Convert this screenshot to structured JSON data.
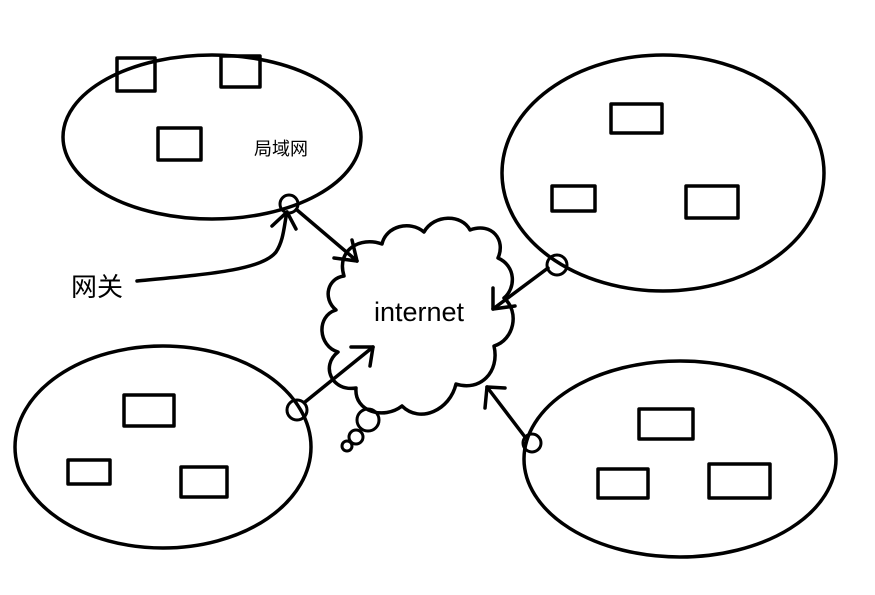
{
  "labels": {
    "lan": "局域网",
    "gateway": "网关",
    "internet": "internet"
  },
  "colors": {
    "stroke": "#000000",
    "background": "#ffffff"
  }
}
